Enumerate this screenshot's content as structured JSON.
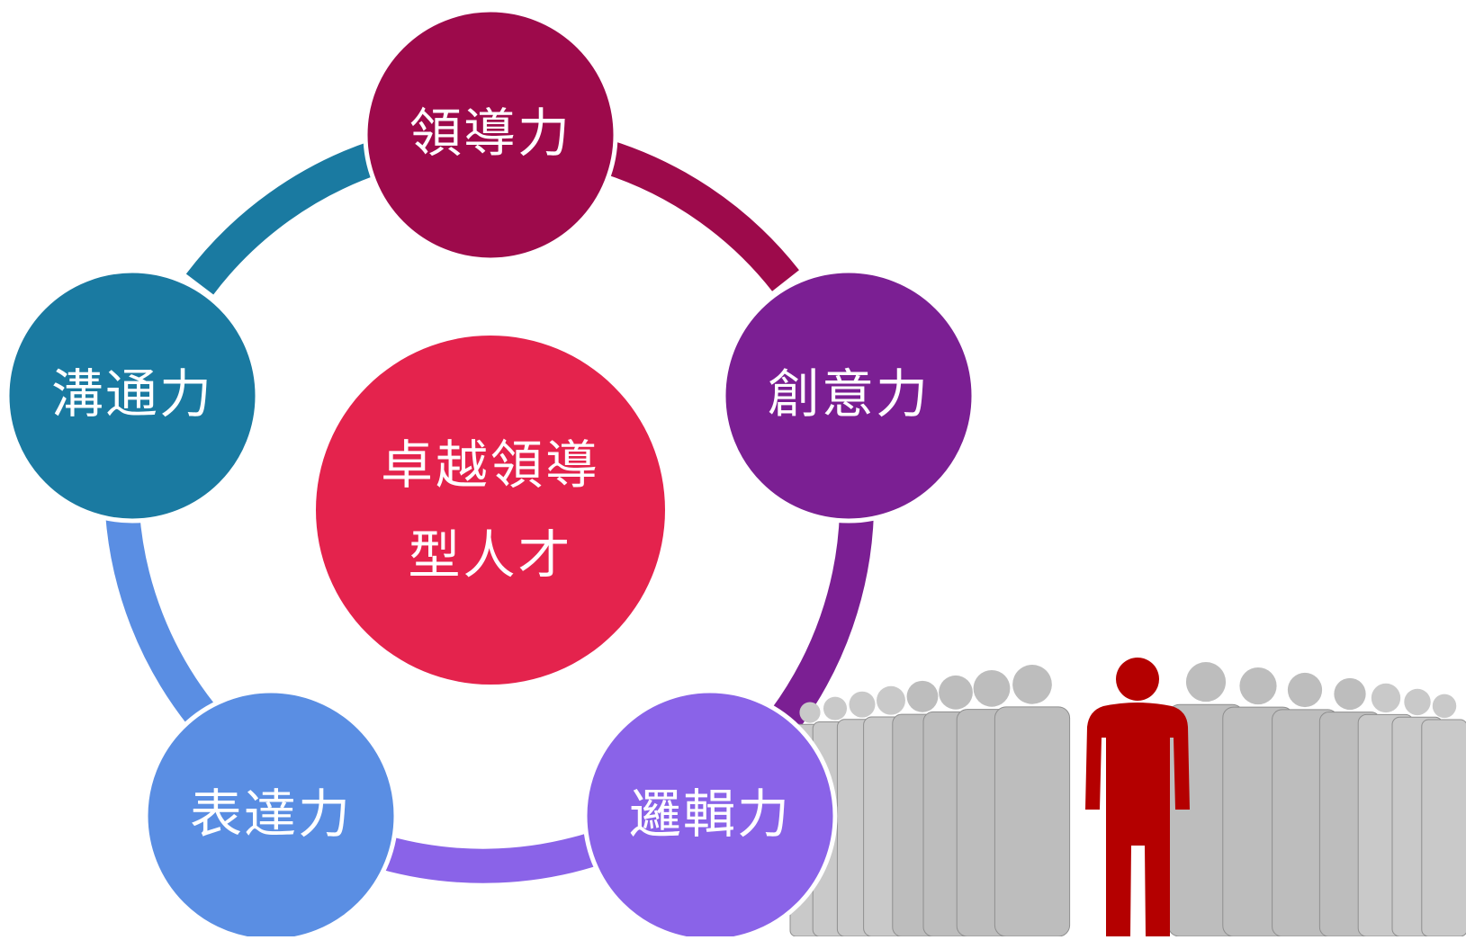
{
  "diagram": {
    "center": {
      "line1": "卓越領導",
      "line2": "型人才",
      "color": "#e4234d"
    },
    "nodes": [
      {
        "key": "leadership",
        "label": "領導力",
        "color": "#9d0a4b"
      },
      {
        "key": "creativity",
        "label": "創意力",
        "color": "#7b1f93"
      },
      {
        "key": "logic",
        "label": "邏輯力",
        "color": "#8a63e8"
      },
      {
        "key": "expression",
        "label": "表達力",
        "color": "#5a8ee3"
      },
      {
        "key": "communication",
        "label": "溝通力",
        "color": "#1a7aa1"
      }
    ]
  },
  "illustration": {
    "crowd_color": "#bdbdbd",
    "leader_color": "#b40000"
  }
}
